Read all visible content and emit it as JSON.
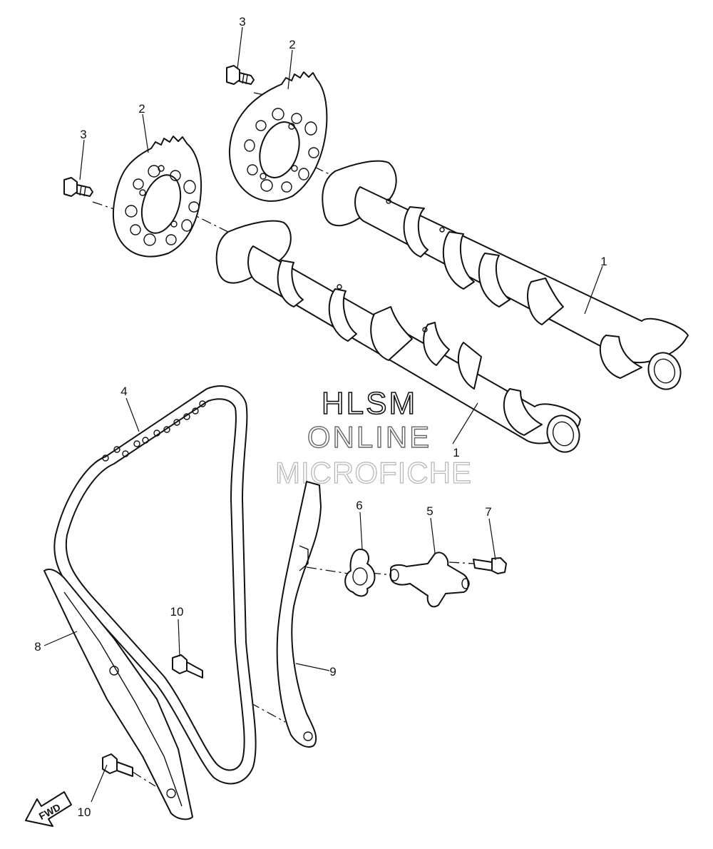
{
  "diagram": {
    "watermark": {
      "line1": "HLSM",
      "line2": "ONLINE",
      "line3": "MICROFICHE"
    },
    "fwd_label": "FWD",
    "callouts": [
      {
        "id": "c3a",
        "text": "3"
      },
      {
        "id": "c2a",
        "text": "2"
      },
      {
        "id": "c2b",
        "text": "2"
      },
      {
        "id": "c3b",
        "text": "3"
      },
      {
        "id": "c1a",
        "text": "1"
      },
      {
        "id": "c1b",
        "text": "1"
      },
      {
        "id": "c4",
        "text": "4"
      },
      {
        "id": "c6",
        "text": "6"
      },
      {
        "id": "c5",
        "text": "5"
      },
      {
        "id": "c7",
        "text": "7"
      },
      {
        "id": "c10a",
        "text": "10"
      },
      {
        "id": "c8",
        "text": "8"
      },
      {
        "id": "c9",
        "text": "9"
      },
      {
        "id": "c10b",
        "text": "10"
      }
    ]
  }
}
